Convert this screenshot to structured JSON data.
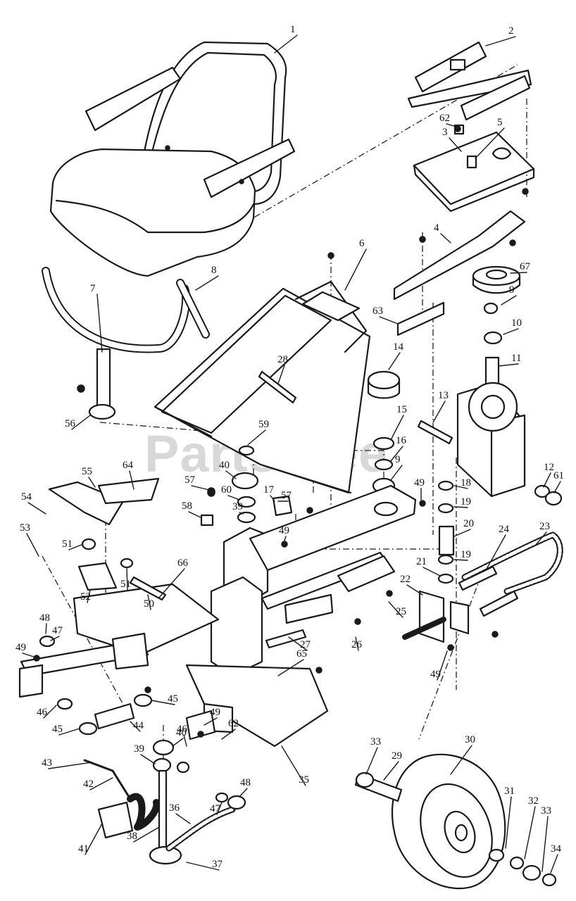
{
  "watermark": "PartsTree",
  "callouts": [
    {
      "id": "c1",
      "text": "1"
    },
    {
      "id": "c2",
      "text": "2"
    },
    {
      "id": "c3",
      "text": "3"
    },
    {
      "id": "c4",
      "text": "4"
    },
    {
      "id": "c5",
      "text": "5"
    },
    {
      "id": "c6",
      "text": "6"
    },
    {
      "id": "c7",
      "text": "7"
    },
    {
      "id": "c8",
      "text": "8"
    },
    {
      "id": "c9a",
      "text": "9"
    },
    {
      "id": "c9b",
      "text": "9"
    },
    {
      "id": "c10",
      "text": "10"
    },
    {
      "id": "c11",
      "text": "11"
    },
    {
      "id": "c12",
      "text": "12"
    },
    {
      "id": "c13",
      "text": "13"
    },
    {
      "id": "c14",
      "text": "14"
    },
    {
      "id": "c15",
      "text": "15"
    },
    {
      "id": "c16",
      "text": "16"
    },
    {
      "id": "c17",
      "text": "17"
    },
    {
      "id": "c18",
      "text": "18"
    },
    {
      "id": "c19a",
      "text": "19"
    },
    {
      "id": "c19b",
      "text": "19"
    },
    {
      "id": "c20",
      "text": "20"
    },
    {
      "id": "c21",
      "text": "21"
    },
    {
      "id": "c22",
      "text": "22"
    },
    {
      "id": "c23",
      "text": "23"
    },
    {
      "id": "c24",
      "text": "24"
    },
    {
      "id": "c25",
      "text": "25"
    },
    {
      "id": "c26",
      "text": "26"
    },
    {
      "id": "c27",
      "text": "27"
    },
    {
      "id": "c28",
      "text": "28"
    },
    {
      "id": "c29",
      "text": "29"
    },
    {
      "id": "c30",
      "text": "30"
    },
    {
      "id": "c31",
      "text": "31"
    },
    {
      "id": "c32",
      "text": "32"
    },
    {
      "id": "c33a",
      "text": "33"
    },
    {
      "id": "c33b",
      "text": "33"
    },
    {
      "id": "c34",
      "text": "34"
    },
    {
      "id": "c35",
      "text": "35"
    },
    {
      "id": "c36",
      "text": "36"
    },
    {
      "id": "c37",
      "text": "37"
    },
    {
      "id": "c38",
      "text": "38"
    },
    {
      "id": "c39a",
      "text": "39"
    },
    {
      "id": "c39b",
      "text": "39"
    },
    {
      "id": "c40a",
      "text": "40"
    },
    {
      "id": "c40b",
      "text": "40"
    },
    {
      "id": "c41",
      "text": "41"
    },
    {
      "id": "c42",
      "text": "42"
    },
    {
      "id": "c43",
      "text": "43"
    },
    {
      "id": "c44",
      "text": "44"
    },
    {
      "id": "c45a",
      "text": "45"
    },
    {
      "id": "c45b",
      "text": "45"
    },
    {
      "id": "c46",
      "text": "46"
    },
    {
      "id": "c46b",
      "text": "46"
    },
    {
      "id": "c47a",
      "text": "47"
    },
    {
      "id": "c47b",
      "text": "47"
    },
    {
      "id": "c48a",
      "text": "48"
    },
    {
      "id": "c48b",
      "text": "48"
    },
    {
      "id": "c49a",
      "text": "49"
    },
    {
      "id": "c49b",
      "text": "49"
    },
    {
      "id": "c49c",
      "text": "49"
    },
    {
      "id": "c49d",
      "text": "49"
    },
    {
      "id": "c49e",
      "text": "49"
    },
    {
      "id": "c50",
      "text": "50"
    },
    {
      "id": "c51a",
      "text": "51"
    },
    {
      "id": "c51b",
      "text": "51"
    },
    {
      "id": "c52",
      "text": "52"
    },
    {
      "id": "c53",
      "text": "53"
    },
    {
      "id": "c54",
      "text": "54"
    },
    {
      "id": "c55",
      "text": "55"
    },
    {
      "id": "c56",
      "text": "56"
    },
    {
      "id": "c57a",
      "text": "57"
    },
    {
      "id": "c57b",
      "text": "57"
    },
    {
      "id": "c58",
      "text": "58"
    },
    {
      "id": "c59",
      "text": "59"
    },
    {
      "id": "c60",
      "text": "60"
    },
    {
      "id": "c61",
      "text": "61"
    },
    {
      "id": "c62a",
      "text": "62"
    },
    {
      "id": "c62b",
      "text": "62"
    },
    {
      "id": "c63",
      "text": "63"
    },
    {
      "id": "c64",
      "text": "64"
    },
    {
      "id": "c65",
      "text": "65"
    },
    {
      "id": "c66",
      "text": "66"
    },
    {
      "id": "c67",
      "text": "67"
    }
  ]
}
